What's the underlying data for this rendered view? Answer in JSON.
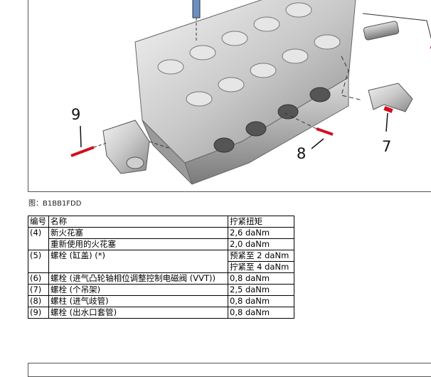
{
  "figure": {
    "callouts": [
      "9",
      "8",
      "7"
    ],
    "caption": "图：B1BB1FDD"
  },
  "table": {
    "headers": [
      "编号",
      "名称",
      "拧紧扭矩"
    ],
    "rows": [
      [
        "(4)",
        "新火花塞",
        "2,6 daNm"
      ],
      [
        "",
        "重新使用的火花塞",
        "2,0 daNm"
      ],
      [
        "(5)",
        "螺栓 (缸盖) (*)",
        "预紧至 2 daNm"
      ],
      [
        "",
        "",
        "拧紧至 4 daNm"
      ],
      [
        "(6)",
        "螺栓 (进气凸轮轴相位调整控制电磁阀 (VVT))",
        "0,8 daNm"
      ],
      [
        "(7)",
        "螺栓 (个吊架)",
        "2,5 daNm"
      ],
      [
        "(8)",
        "螺柱 (进气歧管)",
        "0,8 daNm"
      ],
      [
        "(9)",
        "螺栓 (出水口套管)",
        "0,8 daNm"
      ]
    ]
  },
  "colors": {
    "bolt_red": "#d01020",
    "frame": "#555555"
  }
}
